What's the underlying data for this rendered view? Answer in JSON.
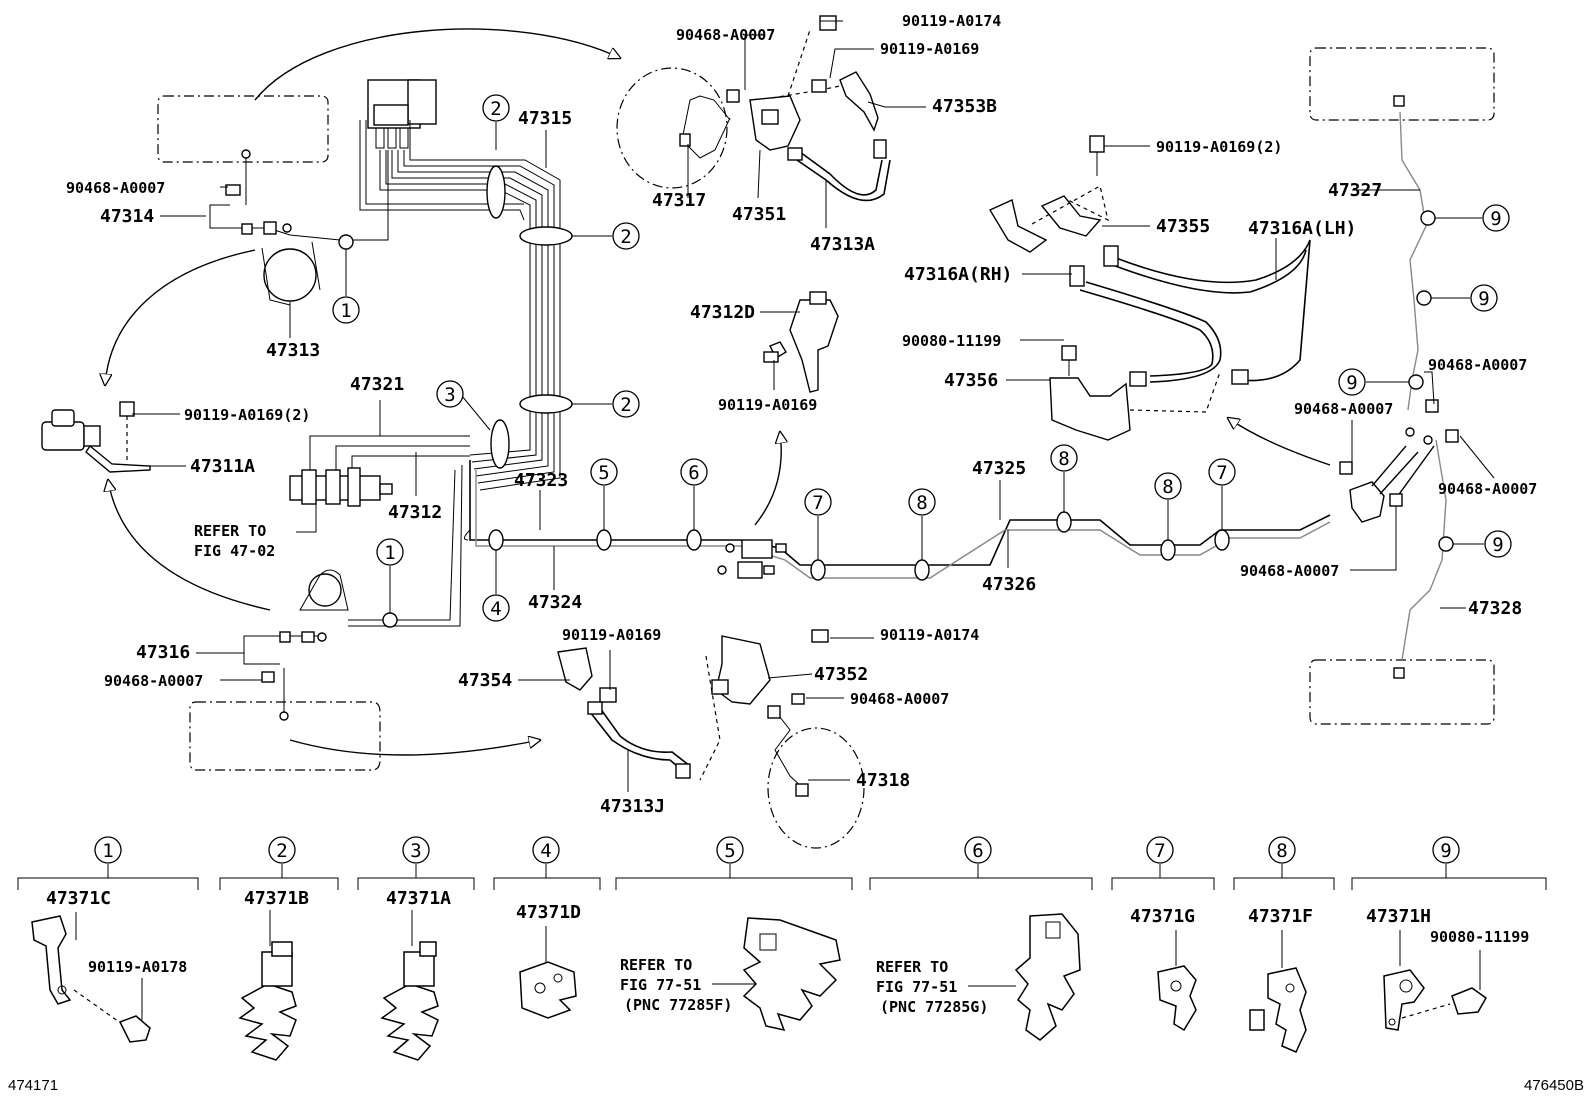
{
  "labels": {
    "p_90468_a0007_top": "90468-A0007",
    "p_90119_a0174_top": "90119-A0174",
    "p_90119_a0169_top": "90119-A0169",
    "p_47353b": "47353B",
    "p_47315": "47315",
    "p_47317": "47317",
    "p_47351": "47351",
    "p_47313a": "47313A",
    "p_90119_a0169_2_right": "90119-A0169(2)",
    "p_47327": "47327",
    "p_47355": "47355",
    "p_47316a_lh": "47316A(LH)",
    "p_47316a_rh": "47316A(RH)",
    "p_90468_a0007_left": "90468-A0007",
    "p_47314": "47314",
    "p_47313": "47313",
    "p_47312d": "47312D",
    "p_90119_a0169_mid": "90119-A0169",
    "p_90080_11199_mid": "90080-11199",
    "p_47356": "47356",
    "p_90468_a0007_r1": "90468-A0007",
    "p_90468_a0007_r2": "90468-A0007",
    "p_90468_a0007_r3": "90468-A0007",
    "p_90468_a0007_r4": "90468-A0007",
    "p_47321": "47321",
    "p_90119_a0169_2_left": "90119-A0169(2)",
    "p_47311a": "47311A",
    "p_47312": "47312",
    "p_47323": "47323",
    "p_47325": "47325",
    "p_47326": "47326",
    "refer_fig_47_02_line1": "REFER TO",
    "refer_fig_47_02_line2": "FIG 47-02",
    "p_47324": "47324",
    "p_47316": "47316",
    "p_90468_a0007_lower": "90468-A0007",
    "p_90119_a0169_lower": "90119-A0169",
    "p_47354": "47354",
    "p_90119_a0174_lower": "90119-A0174",
    "p_47352": "47352",
    "p_90468_a0007_lower_r": "90468-A0007",
    "p_47318": "47318",
    "p_47313j": "47313J",
    "p_47328": "47328"
  },
  "callouts": [
    "1",
    "2",
    "3",
    "4",
    "5",
    "6",
    "7",
    "8",
    "9"
  ],
  "clips": [
    {
      "number": "1",
      "part": "47371C",
      "extra": "90119-A0178"
    },
    {
      "number": "2",
      "part": "47371B"
    },
    {
      "number": "3",
      "part": "47371A"
    },
    {
      "number": "4",
      "part": "47371D"
    },
    {
      "number": "5",
      "refer_line1": "REFER TO",
      "refer_line2": "FIG 77-51",
      "refer_line3": "(PNC 77285F)"
    },
    {
      "number": "6",
      "refer_line1": "REFER TO",
      "refer_line2": "FIG 77-51",
      "refer_line3": "(PNC 77285G)"
    },
    {
      "number": "7",
      "part": "47371G"
    },
    {
      "number": "8",
      "part": "47371F"
    },
    {
      "number": "9",
      "part": "47371H",
      "extra": "90080-11199"
    }
  ],
  "corner_codes": {
    "left": "474171",
    "right": "476450B"
  }
}
